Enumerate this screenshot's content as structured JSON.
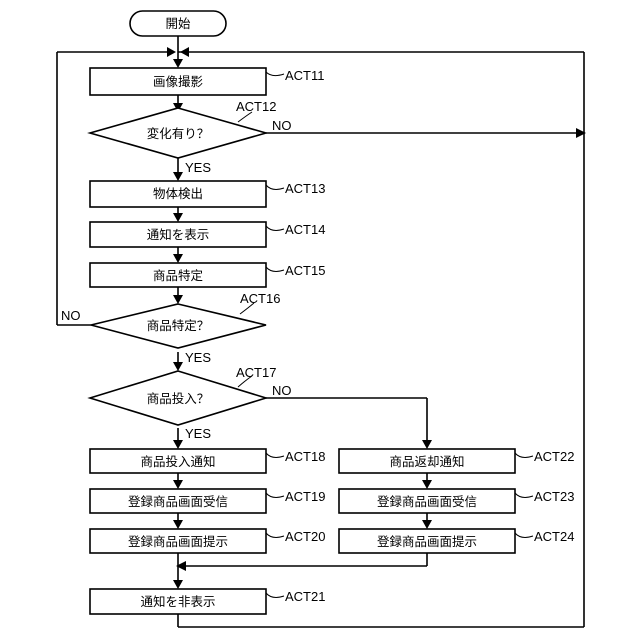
{
  "flowchart": {
    "start": "開始",
    "steps": {
      "act11": "画像撮影",
      "act12": "変化有り？",
      "act13": "物体検出",
      "act14": "通知を表示",
      "act15": "商品特定",
      "act16": "商品特定？",
      "act17": "商品投入？",
      "act18": "商品投入通知",
      "act19": "登録商品画面受信",
      "act20": "登録商品画面提示",
      "act21": "通知を非表示",
      "act22": "商品返却通知",
      "act23": "登録商品画面受信",
      "act24": "登録商品画面提示"
    },
    "labels": {
      "act11": "ACT11",
      "act12": "ACT12",
      "act13": "ACT13",
      "act14": "ACT14",
      "act15": "ACT15",
      "act16": "ACT16",
      "act17": "ACT17",
      "act18": "ACT18",
      "act19": "ACT19",
      "act20": "ACT20",
      "act21": "ACT21",
      "act22": "ACT22",
      "act23": "ACT23",
      "act24": "ACT24"
    },
    "branches": {
      "act12_no": "NO",
      "act12_yes": "YES",
      "act16_no": "NO",
      "act16_yes": "YES",
      "act17_no": "NO",
      "act17_yes": "YES"
    }
  }
}
